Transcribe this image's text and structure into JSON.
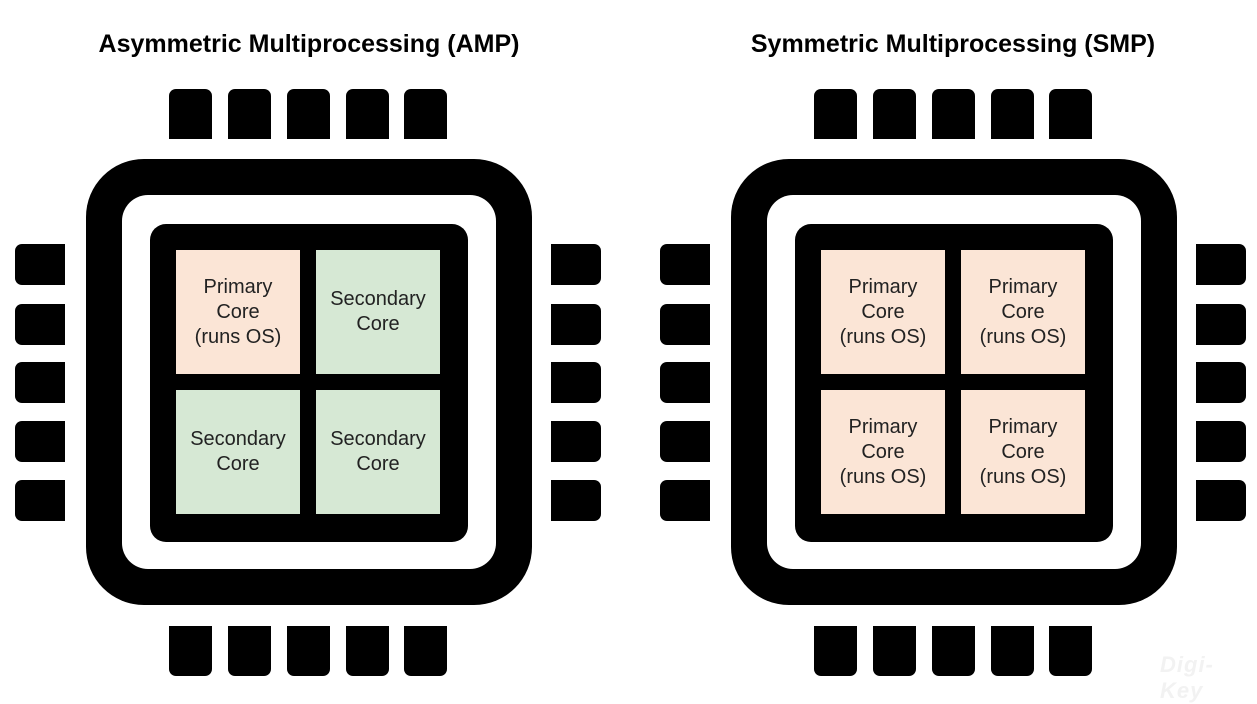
{
  "diagrams": [
    {
      "title": "Asymmetric Multiprocessing (AMP)",
      "cores": [
        {
          "type": "primary",
          "lines": [
            "Primary",
            "Core",
            "(runs OS)"
          ]
        },
        {
          "type": "secondary",
          "lines": [
            "Secondary",
            "Core"
          ]
        },
        {
          "type": "secondary",
          "lines": [
            "Secondary",
            "Core"
          ]
        },
        {
          "type": "secondary",
          "lines": [
            "Secondary",
            "Core"
          ]
        }
      ]
    },
    {
      "title": "Symmetric Multiprocessing (SMP)",
      "cores": [
        {
          "type": "primary",
          "lines": [
            "Primary",
            "Core",
            "(runs OS)"
          ]
        },
        {
          "type": "primary",
          "lines": [
            "Primary",
            "Core",
            "(runs OS)"
          ]
        },
        {
          "type": "primary",
          "lines": [
            "Primary",
            "Core",
            "(runs OS)"
          ]
        },
        {
          "type": "primary",
          "lines": [
            "Primary",
            "Core",
            "(runs OS)"
          ]
        }
      ]
    }
  ],
  "colors": {
    "primary_core": "#fbe5d6",
    "secondary_core": "#d6e8d4",
    "chip": "#000000"
  },
  "watermark": "Digi-Key"
}
